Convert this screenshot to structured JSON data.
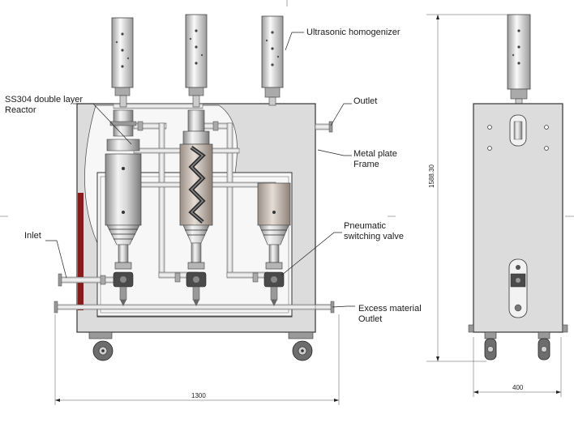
{
  "labels": {
    "homogenizer": "Ultrasonic homogenizer",
    "reactor_line1": "SS304 double layer",
    "reactor_line2": "Reactor",
    "outlet": "Outlet",
    "frame_line1": "Metal plate",
    "frame_line2": "Frame",
    "inlet": "Inlet",
    "valve_line1": "Pneumatic",
    "valve_line2": "switching valve",
    "excess_line1": "Excess material",
    "excess_line2": "Outlet"
  },
  "dimensions": {
    "width_front": "1300",
    "height": "1588.30",
    "width_side": "400"
  },
  "colors": {
    "frame_fill": "#dcdcdc",
    "frame_stroke": "#333333",
    "metal_light": "#f2f2f2",
    "metal_mid": "#bdbdbd",
    "metal_dark": "#6a6a6a",
    "accent_red": "#8b1a1a",
    "pipe": "#e6e6e6"
  }
}
